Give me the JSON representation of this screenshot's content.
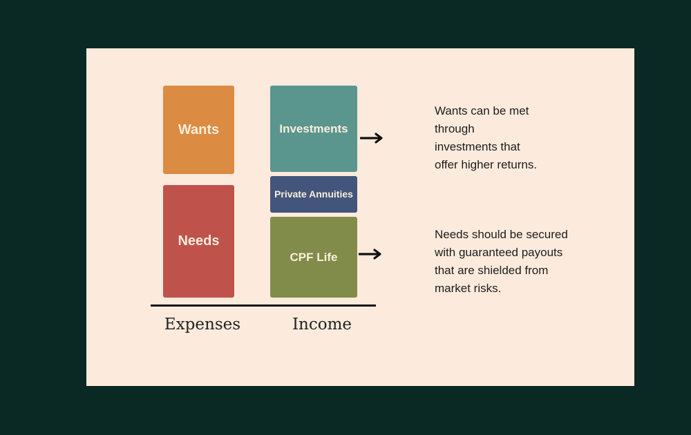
{
  "blocks": {
    "wants": "Wants",
    "needs": "Needs",
    "investments": "Investments",
    "annuities": "Private Annuities",
    "cpf": "CPF Life"
  },
  "labels": {
    "expenses": "Expenses",
    "income": "Income"
  },
  "notes": {
    "wants_lines": [
      "Wants can be met",
      "through",
      "investments that",
      "offer higher returns."
    ],
    "needs_lines": [
      "Needs should be secured",
      "with guaranteed payouts",
      "that are shielded from",
      "market risks."
    ]
  },
  "colors": {
    "background": "#0b2924",
    "card": "#fcebdd",
    "wants": "#dc8b42",
    "needs": "#bf524b",
    "investments": "#5a968d",
    "annuities": "#43557a",
    "cpf": "#818c4a"
  },
  "icons": {
    "arrow": "right-arrow-icon"
  }
}
